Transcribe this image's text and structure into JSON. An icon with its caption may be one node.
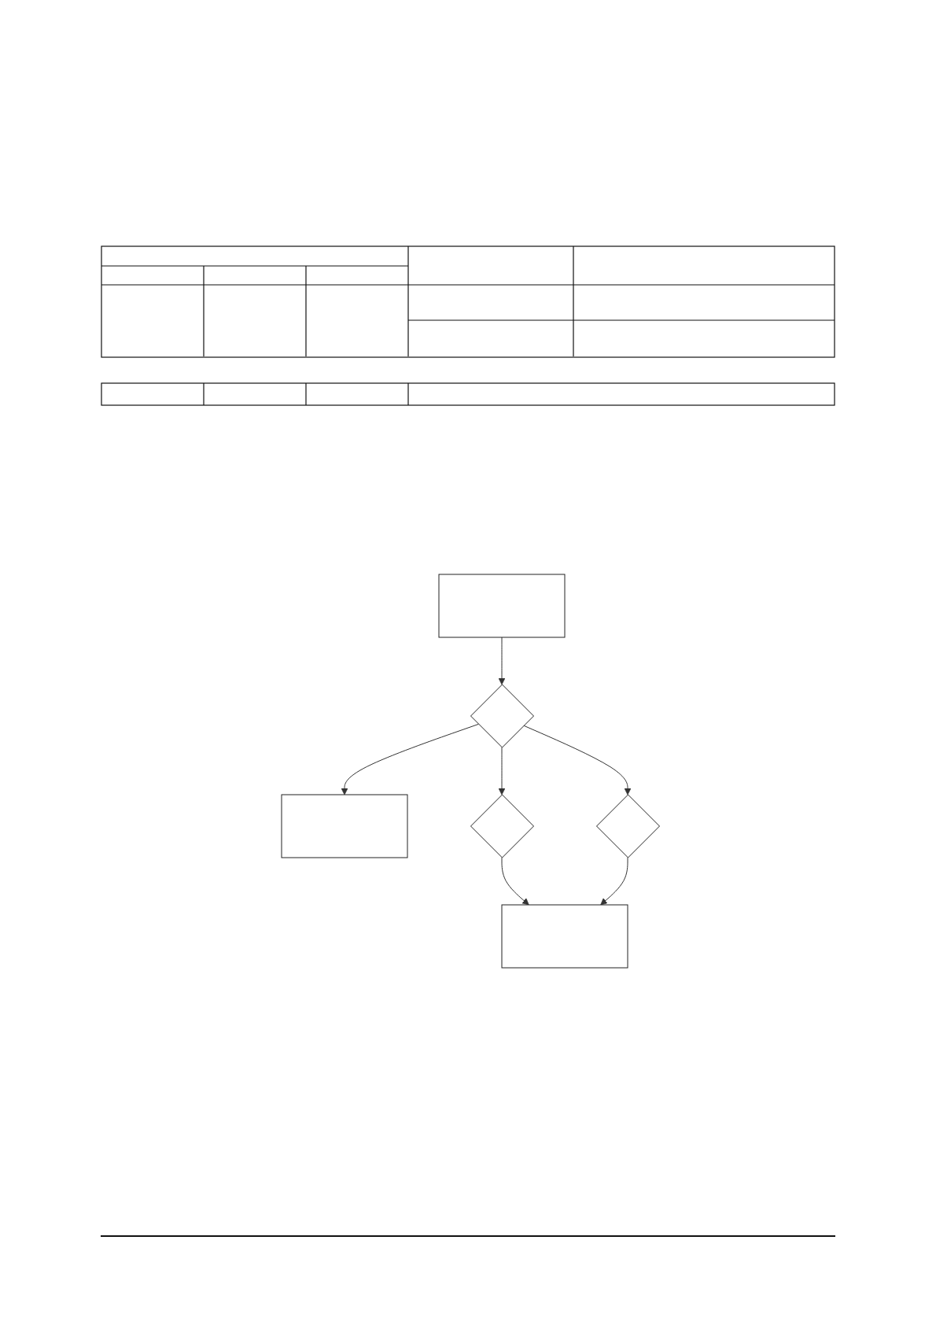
{
  "diagram": {
    "nodes": [
      {
        "text": [],
        "shape": "box"
      },
      {
        "text": [],
        "shape": "diamond"
      },
      {
        "text": [],
        "shape": "box"
      },
      {
        "text": [],
        "shape": "diamond"
      },
      {
        "text": [],
        "shape": "diamond"
      },
      {
        "text": [],
        "shape": "box"
      }
    ],
    "edges": [
      {
        "from": 0,
        "to": 1,
        "arrow": "to"
      },
      {
        "from": 1,
        "to": 2,
        "arrow": "to"
      },
      {
        "from": 1,
        "to": 3,
        "arrow": "to"
      },
      {
        "from": 1,
        "to": 4,
        "arrow": "to"
      },
      {
        "from": 3,
        "to": 5,
        "arrow": "to"
      },
      {
        "from": 4,
        "to": 5,
        "arrow": "to"
      }
    ]
  }
}
